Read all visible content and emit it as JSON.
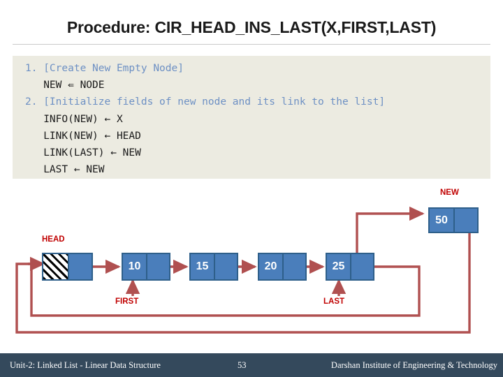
{
  "slide": {
    "title": "Procedure: CIR_HEAD_INS_LAST(X,FIRST,LAST)"
  },
  "code": {
    "lines": [
      {
        "num": "1.",
        "desc": "[Create New Empty Node]"
      },
      {
        "indent": "   ",
        "stmt": "NEW",
        "glyph": "⇚",
        "stmt2": "NODE"
      },
      {
        "num": "2.",
        "desc": "[Initialize fields of new node and its link to the list]"
      },
      {
        "indent": "   ",
        "stmt": "INFO(NEW)",
        "glyph": "←",
        "stmt2": "X"
      },
      {
        "indent": "   ",
        "stmt": "LINK(NEW)",
        "glyph": "←",
        "stmt2": "HEAD"
      },
      {
        "indent": "   ",
        "stmt": "LINK(LAST)",
        "glyph": "←",
        "stmt2": "NEW"
      },
      {
        "indent": "   ",
        "stmt": "LAST",
        "glyph": "←",
        "stmt2": "NEW"
      }
    ],
    "line1_full": "1. [Create New Empty Node]",
    "line2_full": "   NEW ⇚ NODE",
    "line3_full": "2. [Initialize fields of new node and its link to the list]",
    "line4_full": "   INFO(NEW) ← X",
    "line5_full": "   LINK(NEW) ← HEAD",
    "line6_full": "   LINK(LAST) ← NEW",
    "line7_full": "   LAST ← NEW"
  },
  "diagram": {
    "title": "circular-linked-list-insert-at-end",
    "labels": {
      "head": "HEAD",
      "first": "FIRST",
      "last": "LAST",
      "new": "NEW"
    },
    "nodes": [
      {
        "name": "head-node",
        "value": "",
        "hatched": true
      },
      {
        "name": "node-10",
        "value": "10",
        "hatched": false
      },
      {
        "name": "node-15",
        "value": "15",
        "hatched": false
      },
      {
        "name": "node-20",
        "value": "20",
        "hatched": false
      },
      {
        "name": "node-25",
        "value": "25",
        "hatched": false
      },
      {
        "name": "node-50-new",
        "value": "50",
        "hatched": false
      }
    ]
  },
  "colors": {
    "node_fill": "#4a7ebb",
    "node_border": "#2e5f8a",
    "arrow": "#b05050",
    "label_red": "#c00000",
    "code_bg": "#ecebe1",
    "code_desc": "#6d90c4",
    "footer_bg": "#34495c"
  },
  "footer": {
    "left": "Unit-2: Linked List - Linear Data Structure",
    "page": "53",
    "right": "Darshan Institute of Engineering & Technology"
  }
}
